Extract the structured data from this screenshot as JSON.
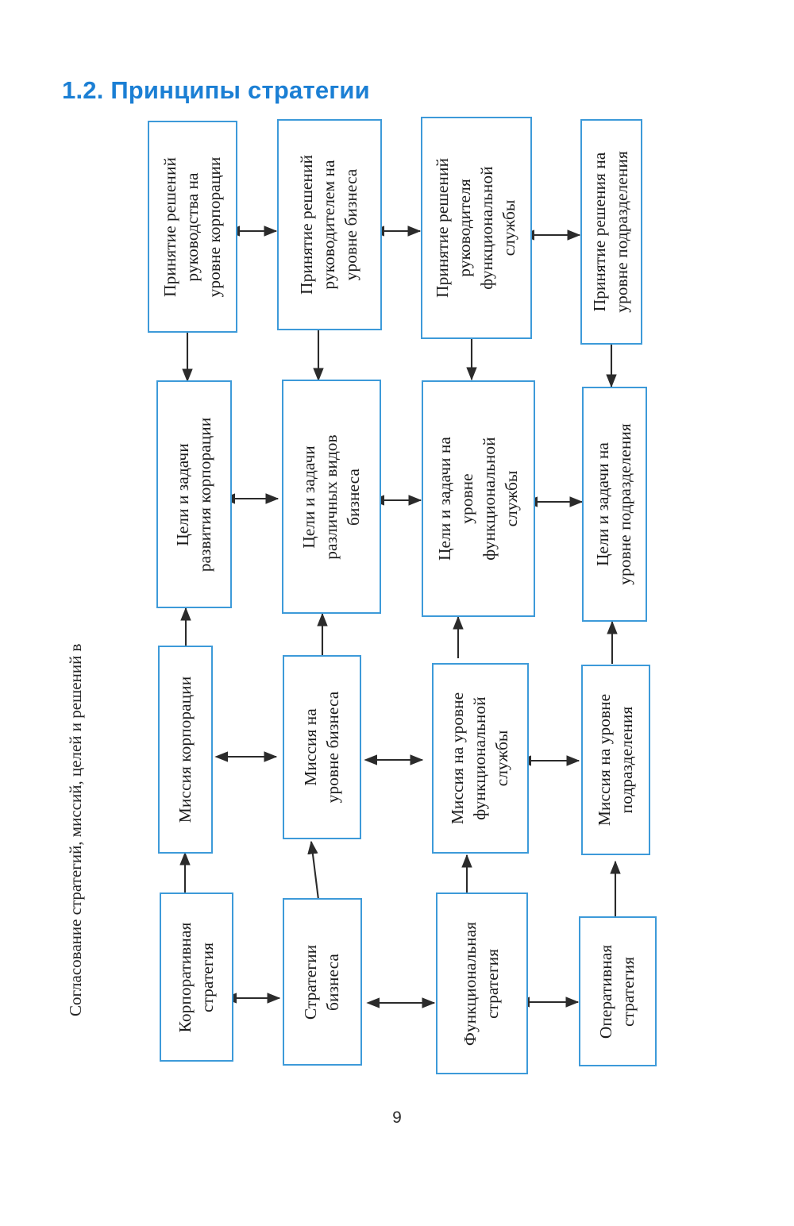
{
  "heading": "1.2. Принципы стратегии",
  "side_caption": "Согласование стратегий, миссий, целей и решений в",
  "folio": "9",
  "colors": {
    "heading": "#1b7fd4",
    "box_border": "#3d9ad9",
    "text": "#1b1b1b",
    "connector": "#2b2b2b",
    "background": "#ffffff"
  },
  "diagram": {
    "rows": [
      {
        "name": "decision-making",
        "nodes": [
          {
            "id": "r1c1",
            "lines": [
              "Принятие решений",
              "руководства на",
              "уровне корпорации"
            ]
          },
          {
            "id": "r1c2",
            "lines": [
              "Принятие решений",
              "руководителем на",
              "уровне бизнеса"
            ]
          },
          {
            "id": "r1c3",
            "lines": [
              "Принятие решений",
              "руководителя",
              "функциональной",
              "службы"
            ]
          },
          {
            "id": "r1c4",
            "lines": [
              "Принятие решения на",
              "уровне подразделения"
            ]
          }
        ]
      },
      {
        "name": "goals-and-tasks",
        "nodes": [
          {
            "id": "r2c1",
            "lines": [
              "Цели и задачи",
              "развития корпорации"
            ]
          },
          {
            "id": "r2c2",
            "lines": [
              "Цели и задачи",
              "различных видов",
              "бизнеса"
            ]
          },
          {
            "id": "r2c3",
            "lines": [
              "Цели и задачи на",
              "уровне",
              "функциональной",
              "службы"
            ]
          },
          {
            "id": "r2c4",
            "lines": [
              "Цели и задачи на",
              "уровне подразделения"
            ]
          }
        ]
      },
      {
        "name": "missions",
        "nodes": [
          {
            "id": "r3c1",
            "lines": [
              "Миссия корпорации"
            ]
          },
          {
            "id": "r3c2",
            "lines": [
              "Миссия на",
              "уровне бизнеса"
            ]
          },
          {
            "id": "r3c3",
            "lines": [
              "Миссия на уровне",
              "функциональной",
              "службы"
            ]
          },
          {
            "id": "r3c4",
            "lines": [
              "Миссия на уровне",
              "подразделения"
            ]
          }
        ]
      },
      {
        "name": "strategies",
        "nodes": [
          {
            "id": "r4c1",
            "lines": [
              "Корпоративная",
              "стратегия"
            ]
          },
          {
            "id": "r4c2",
            "lines": [
              "Стратегии",
              "бизнеса"
            ]
          },
          {
            "id": "r4c3",
            "lines": [
              "Функциональная",
              "стратегия"
            ]
          },
          {
            "id": "r4c4",
            "lines": [
              "Оперативная",
              "стратегия"
            ]
          }
        ]
      }
    ],
    "connector_legend": {
      "horizontal": "double-headed-arrow",
      "row1_to_row2": "down-arrow",
      "row3_to_row2": "up-arrow",
      "row4_to_row3": "up-arrow"
    }
  }
}
